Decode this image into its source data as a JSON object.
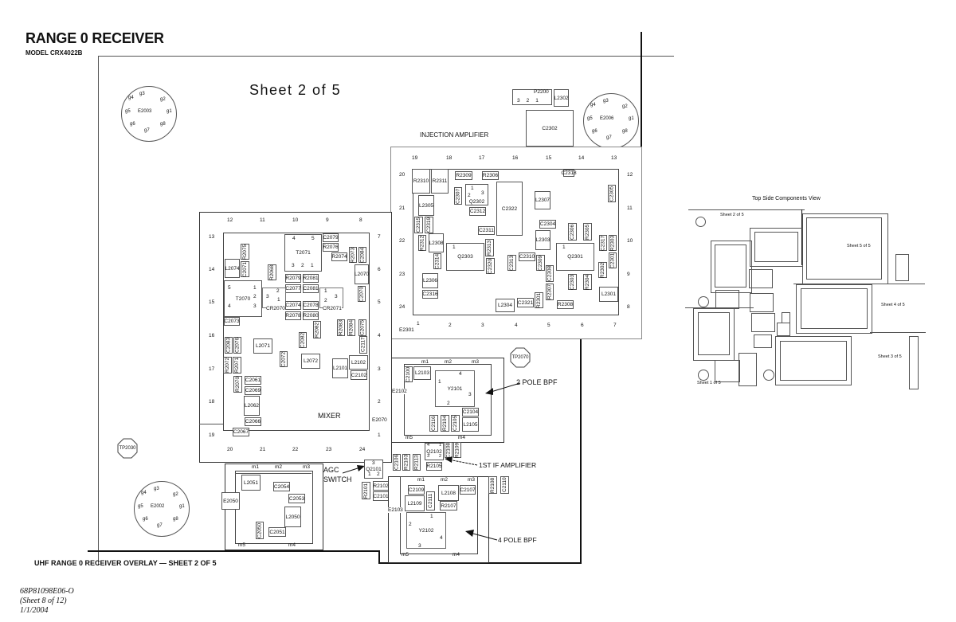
{
  "header": {
    "title": "RANGE 0 RECEIVER",
    "model": "MODEL CRX4022B",
    "sheet": "Sheet 2 of 5"
  },
  "footer": {
    "overlay": "UHF RANGE 0 RECEIVER OVERLAY — SHEET 2 OF 5",
    "doc_number": "68P81098E06-O",
    "doc_sheet": "(Sheet 8 of 12)",
    "doc_date": "1/1/2004"
  },
  "connectors": {
    "e2003": {
      "name": "E2003",
      "pins": [
        "g1",
        "g2",
        "g3",
        "g4",
        "g5",
        "g6",
        "g7",
        "g8"
      ]
    },
    "e2006": {
      "name": "E2006",
      "pins": [
        "g1",
        "g2",
        "g3",
        "g4",
        "g5",
        "g6",
        "g7",
        "g8"
      ]
    },
    "e2002": {
      "name": "E2002",
      "pins": [
        "g1",
        "g2",
        "g3",
        "g4",
        "g5",
        "g6",
        "g7",
        "g8"
      ]
    }
  },
  "test_points": {
    "tp2030": "TP2030",
    "tp2070": "TP2070"
  },
  "top_parts": {
    "p2200": "P2200",
    "p2200_pins": [
      "3",
      "2",
      "1"
    ],
    "l2302": "L2302",
    "c2302": "C2302"
  },
  "injection": {
    "label": "INJECTION AMPLIFIER",
    "e2301": "E2301",
    "top_pins": [
      "19",
      "18",
      "17",
      "16",
      "15",
      "14",
      "13"
    ],
    "bottom_pins": [
      "1",
      "2",
      "3",
      "4",
      "5",
      "6",
      "7"
    ],
    "left_pins": [
      "20",
      "21",
      "22",
      "23",
      "24"
    ],
    "right_pins": [
      "12",
      "11",
      "10",
      "9",
      "8"
    ],
    "parts": {
      "r2310": "R2310",
      "r2311": "R2311",
      "r2309": "R2309",
      "r2306": "R2306",
      "c2318": "C2318",
      "c2305": "C2305",
      "c2307": "C2307",
      "q2302": "Q2302",
      "q2302_pins": [
        "1",
        "3",
        "2"
      ],
      "c2322": "C2322",
      "l2307": "L2307",
      "l2305": "L2305",
      "c2312": "C2312",
      "c2315": "C2315",
      "c2319": "C2319",
      "c2311": "C2311",
      "c2304": "C2304",
      "c2306": "C2306",
      "r2305": "R2305",
      "r2312": "R2312",
      "l2308": "L2308",
      "q2303": "Q2303",
      "q2303_pin": "1",
      "r2313": "R2313",
      "l2303": "L2303",
      "c2317": "C2317",
      "r2303": "R2303",
      "c2314": "C2314",
      "c2320": "C2320",
      "c2313": "C2313",
      "c2310": "C2310",
      "c2309": "C2309",
      "q2301": "Q2301",
      "q2301_pin": "1",
      "c2301": "C2301",
      "r2302": "R2302",
      "l2306": "L2306",
      "c2308": "C2308",
      "c2303": "C2303",
      "r2304": "R2304",
      "c2316": "C2316",
      "r2307": "R2307",
      "l2301": "L2301",
      "l2304": "L2304",
      "c2321": "C2321",
      "r2301": "R2301",
      "r2308": "R2308"
    }
  },
  "mixer": {
    "label": "MIXER",
    "e2070": "E2070",
    "top_pins": [
      "12",
      "11",
      "10",
      "9",
      "8"
    ],
    "bottom_pins": [
      "20",
      "21",
      "22",
      "23",
      "24"
    ],
    "left_pins": [
      "13",
      "14",
      "15",
      "16",
      "17",
      "18",
      "19"
    ],
    "right_pins": [
      "7",
      "6",
      "5",
      "4",
      "3",
      "2",
      "1"
    ],
    "parts": {
      "t2071": "T2071",
      "t2071_pins": [
        "4",
        "5",
        "3",
        "2",
        "1"
      ],
      "c2079": "C2079",
      "r2076": "R2076",
      "r2074": "R2074",
      "r2073": "R2073",
      "c2084": "C2084",
      "r2075": "R2075",
      "l2074": "L2074",
      "c2071": "C2071",
      "r2068": "R2068",
      "l2070": "L2070",
      "r2079": "R2079",
      "r2081": "R2081",
      "c2077": "C2077",
      "c2081": "C2081",
      "c2070": "C2070",
      "t2070": "T2070",
      "t2070_pins": [
        "5",
        "1",
        "2",
        "4",
        "3"
      ],
      "cr2070": "CR2070",
      "cr2070_pins": [
        "2",
        "3",
        "1"
      ],
      "cr2071": "CR2071",
      "cr2071_pins": [
        "1",
        "3",
        "2"
      ],
      "c2074": "C2074",
      "c2078": "C2078",
      "r2078": "R2078",
      "r2080": "R2080",
      "c2073": "C2073",
      "r2083": "R2083",
      "r2084": "R2084",
      "c2075": "C2075",
      "r2082": "R2082",
      "c2082": "C2082",
      "c2083": "C2083",
      "c2076": "C2076",
      "l2071": "L2071",
      "c2072": "C2072",
      "l2072": "L2072",
      "c2117": "C2117",
      "r2072": "R2072",
      "r2071": "R2071",
      "l2101": "L2101",
      "l2102": "L2102",
      "c2102": "C2102",
      "r2070": "R2070",
      "c2061": "C2061",
      "c2069": "C2069",
      "l2062": "L2062",
      "c2066": "C2066",
      "c2067": "C2067"
    }
  },
  "bpf2": {
    "label": "2 POLE BPF",
    "e2102": "E2102",
    "marks": [
      "m1",
      "m2",
      "m3",
      "m5",
      "m4"
    ],
    "parts": {
      "c2100": "C2100",
      "l2103": "L2103",
      "y2101": "Y2101",
      "y2101_pins": [
        "4",
        "1",
        "3",
        "2"
      ],
      "c2104": "C2104",
      "c2116": "C2116",
      "r2104": "R2104",
      "c2105": "C2105",
      "l2105": "L2105"
    }
  },
  "if_amp": {
    "label": "1ST IF AMPLIFIER",
    "parts": {
      "q2102": "Q2102",
      "q2102_pins": [
        "4",
        "1",
        "3",
        "2"
      ],
      "c2108": "C2108",
      "r2109": "R2109",
      "c2106": "C2106",
      "r2103": "R2103",
      "r2113": "R2113",
      "r2105": "R2105"
    }
  },
  "agc": {
    "label_line1": "AGC",
    "label_line2": "SWITCH",
    "parts": {
      "q2101": "Q2101",
      "q2101_pins": [
        "3",
        "1",
        "2"
      ],
      "r2101": "R2101",
      "r2102": "R2102",
      "c2101": "C2101"
    }
  },
  "filter_e2050": {
    "e2050": "E2050",
    "marks": [
      "m1",
      "m2",
      "m3",
      "m5",
      "m4"
    ],
    "parts": {
      "l2051": "L2051",
      "c2054": "C2054",
      "c2053": "C2053",
      "l2050": "L2050",
      "c2050": "C2050",
      "c2051": "C2051"
    }
  },
  "bpf4": {
    "label": "4 POLE BPF",
    "e2103": "E2103",
    "marks": [
      "m1",
      "m2",
      "m3",
      "m5",
      "m4"
    ],
    "parts": {
      "c2109": "C2109",
      "c2111": "C2111",
      "l2108": "L2108",
      "c2107": "C2107",
      "l2109": "L2109",
      "r2107": "R2107",
      "y2102": "Y2102",
      "y2102_pins": [
        "1",
        "2",
        "4",
        "3"
      ],
      "r2108": "R2108",
      "c2110": "C2110"
    }
  },
  "top_view": {
    "title": "Top Side Components View",
    "sheet1": "Sheet 1 of 5",
    "sheet2": "Sheet 2 of 5",
    "sheet3": "Sheet 3 of 5",
    "sheet4": "Sheet 4 of 5",
    "sheet5": "Sheet 5 of 5"
  }
}
